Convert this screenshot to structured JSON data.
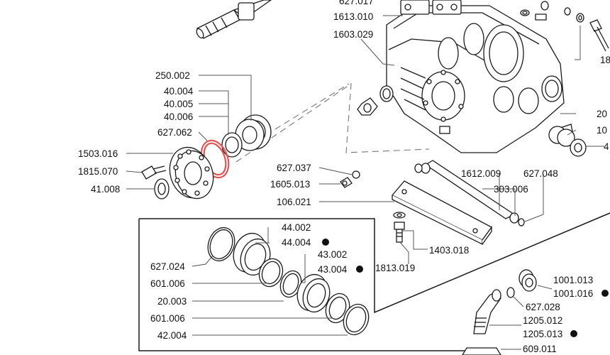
{
  "colors": {
    "line": "#1a1a1a",
    "leader": "#555555",
    "dash": "#777777",
    "highlight": "#e05555",
    "background": "#ffffff"
  },
  "labels": {
    "l_627_017": "627.017",
    "l_1613_010": "1613.010",
    "l_1603_029": "1603.029",
    "l_250_002": "250.002",
    "l_40_004": "40.004",
    "l_40_005": "40.005",
    "l_40_006": "40.006",
    "l_627_062": "627.062",
    "l_1503_016": "1503.016",
    "l_1815_070": "1815.070",
    "l_41_008": "41.008",
    "l_627_037": "627.037",
    "l_1605_013": "1605.013",
    "l_106_021": "106.021",
    "l_1612_009": "1612.009",
    "l_627_048": "627.048",
    "l_303_006": "303.006",
    "l_1403_018": "1403.018",
    "l_1813_019": "1813.019",
    "l_44_002": "44.002",
    "l_44_004": "44.004",
    "l_43_002": "43.002",
    "l_43_004": "43.004",
    "l_627_024": "627.024",
    "l_601_006_a": "601.006",
    "l_20_003": "20.003",
    "l_601_006_b": "601.006",
    "l_42_004": "42.004",
    "l_1001_013": "1001.013",
    "l_1001_016": "1001.016",
    "l_627_028": "627.028",
    "l_1205_012": "1205.012",
    "l_1205_013": "1205.013",
    "l_609_011": "609.011",
    "l_18_edge": "18",
    "l_20_edge": "20",
    "l_10_edge": "10",
    "l_4_edge": "4"
  },
  "highlighted_part": "627.062",
  "kit_marker": "filled-circle"
}
